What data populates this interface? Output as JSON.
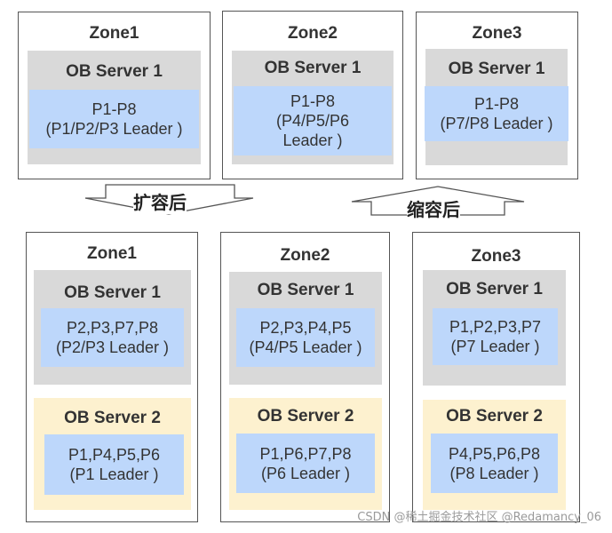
{
  "before": {
    "zones": [
      {
        "title": "Zone1",
        "servers": [
          {
            "title": "OB Server 1",
            "partitions": "P1-P8",
            "leaders": "(P1/P2/P3 Leader )"
          }
        ]
      },
      {
        "title": "Zone2",
        "servers": [
          {
            "title": "OB Server 1",
            "partitions": "P1-P8",
            "leaders_line1": "(P4/P5/P6",
            "leaders_line2": "Leader )"
          }
        ]
      },
      {
        "title": "Zone3",
        "servers": [
          {
            "title": "OB Server 1",
            "partitions": "P1-P8",
            "leaders": "(P7/P8 Leader )"
          }
        ]
      }
    ]
  },
  "arrows": {
    "expand_label": "扩容后",
    "shrink_label": "缩容后"
  },
  "after": {
    "zones": [
      {
        "title": "Zone1",
        "servers": [
          {
            "title": "OB Server 1",
            "partitions": "P2,P3,P7,P8",
            "leaders": "(P2/P3 Leader )"
          },
          {
            "title": "OB Server 2",
            "partitions": "P1,P4,P5,P6",
            "leaders": "(P1 Leader )"
          }
        ]
      },
      {
        "title": "Zone2",
        "servers": [
          {
            "title": "OB Server 1",
            "partitions": "P2,P3,P4,P5",
            "leaders": "(P4/P5 Leader )"
          },
          {
            "title": "OB Server 2",
            "partitions": "P1,P6,P7,P8",
            "leaders": "(P6 Leader )"
          }
        ]
      },
      {
        "title": "Zone3",
        "servers": [
          {
            "title": "OB Server 1",
            "partitions": "P1,P2,P3,P7",
            "leaders": "(P7 Leader )"
          },
          {
            "title": "OB Server 2",
            "partitions": "P4,P5,P6,P8",
            "leaders": "(P8 Leader )"
          }
        ]
      }
    ]
  },
  "watermark": "CSDN @稀土掘金技术社区 @Redamancy_06",
  "colors": {
    "server_gray": "#d9d9d9",
    "server_yellow": "#fdf1cf",
    "partition_blue": "#bdd7fb",
    "border": "#555555"
  }
}
